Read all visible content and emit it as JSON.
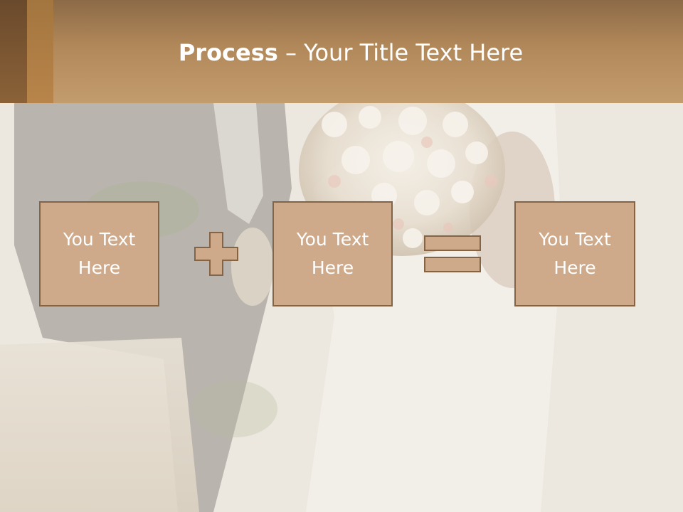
{
  "slide": {
    "title": {
      "bold": "Process",
      "rest": " – Your Title Text Here"
    },
    "boxes": [
      {
        "text": "You Text\nHere"
      },
      {
        "text": "You Text\nHere"
      },
      {
        "text": "You Text\nHere"
      }
    ],
    "operators": [
      "plus-icon",
      "equals-icon"
    ]
  },
  "colors": {
    "title_bar": "#b18859",
    "box_fill": "#cea98a",
    "box_border": "#856445",
    "text": "#ffffff"
  }
}
